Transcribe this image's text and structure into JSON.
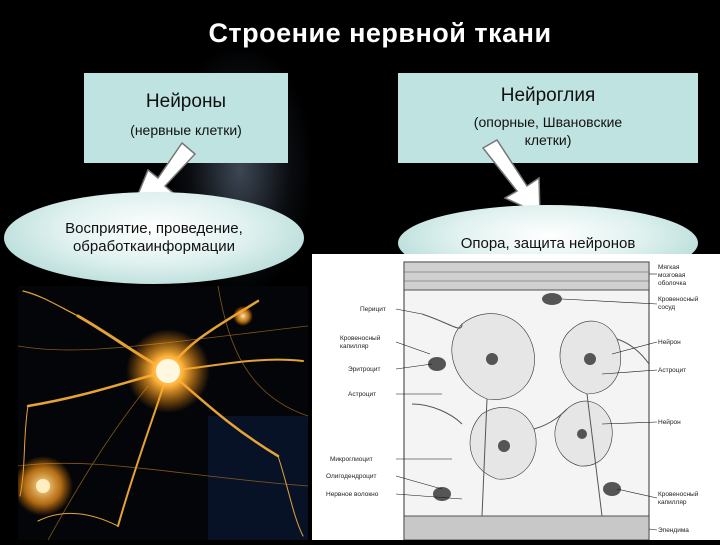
{
  "title": "Строение нервной  ткани",
  "neurons": {
    "heading": "Нейроны",
    "subtitle": "(нервные клетки)",
    "function_line1": "Восприятие, проведение,",
    "function_line2": "обработкаинформации"
  },
  "glia": {
    "heading": "Нейроглия",
    "subtitle_line1": "(опорные, Швановские",
    "subtitle_line2": "клетки)",
    "function": "Опора, защита нейронов"
  },
  "diagram_labels": {
    "left": [
      "Перицит",
      "Кровеносный",
      "капилляр",
      "Эритроцит",
      "Астроцит",
      "Микроглиоцит",
      "Олигодендроцит",
      "Нервное волокно"
    ],
    "right": [
      "Мягкая",
      "мозговая",
      "оболочка",
      "Кровеносный",
      "сосуд",
      "Нейрон",
      "Астроцит",
      "Нейрон",
      "Кровеносный",
      "капилляр",
      "Эпендима"
    ]
  },
  "colors": {
    "box_fill": "#bfe3e0",
    "background": "#000000",
    "neuron_glow": "#ffb43a"
  }
}
